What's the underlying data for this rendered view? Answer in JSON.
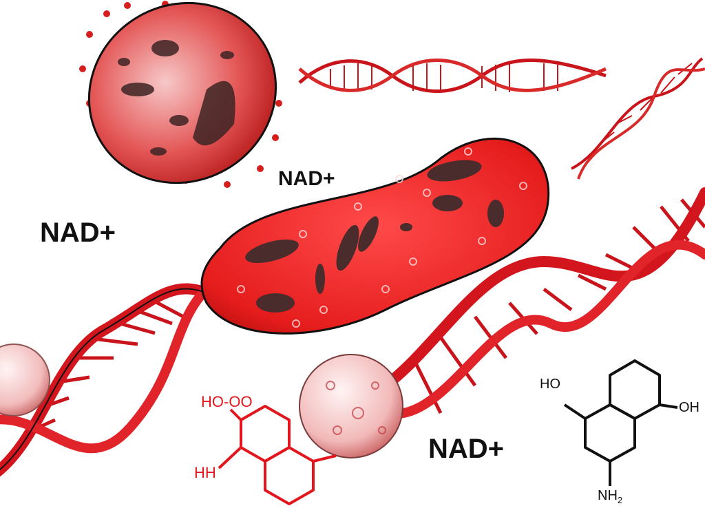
{
  "labels": {
    "nad_left": "NAD+",
    "nad_top": "NAD+",
    "nad_right": "NAD+"
  },
  "red_molecule": {
    "substituent_top": "HO-OO",
    "substituent_bottom": "HH"
  },
  "black_molecule": {
    "substituent_left": "HO",
    "substituent_right": "OH",
    "amine_main": "NH",
    "amine_sub": "2"
  },
  "colors": {
    "accent_red": "#e3161d",
    "dark_red": "#a50f14",
    "cavity": "#5a3a3a",
    "ink": "#111111"
  }
}
